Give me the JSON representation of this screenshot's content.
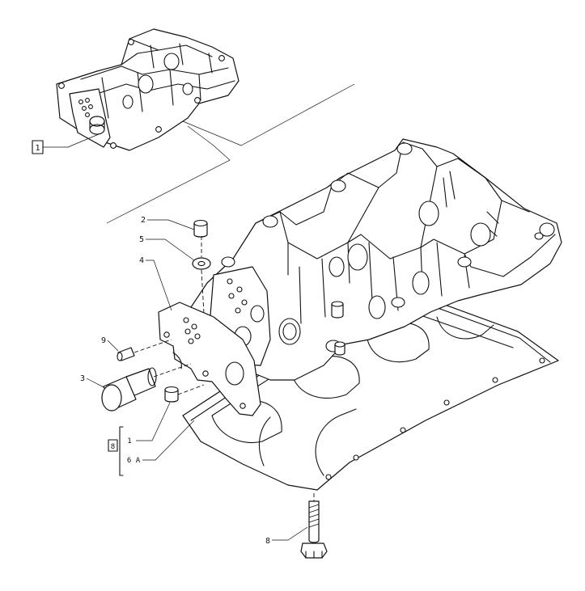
{
  "callouts": {
    "c1": "1",
    "c2": "2",
    "c5": "5",
    "c4": "4",
    "c9": "9",
    "c3": "3",
    "c8": "8",
    "group_box": "8",
    "group_item_1": "1",
    "group_item_2": "6 A"
  },
  "colors": {
    "ink": "#111111",
    "paper": "#ffffff"
  }
}
